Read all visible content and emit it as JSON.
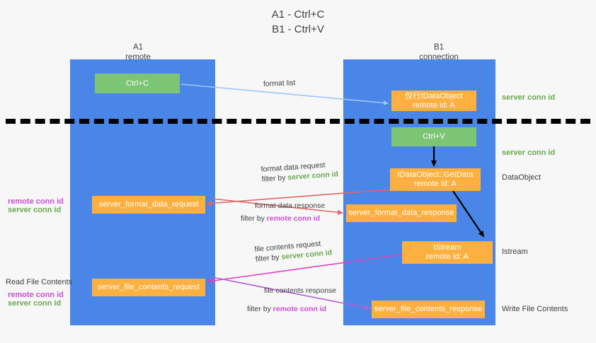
{
  "title": {
    "line1": "A1 - Ctrl+C",
    "line2": "B1 - Ctrl+V"
  },
  "lanes": [
    {
      "id": "a1",
      "name": "A1",
      "sub": "remote"
    },
    {
      "id": "b1",
      "name": "B1",
      "sub": "connection"
    }
  ],
  "nodes": {
    "ctrl_c": {
      "line1": "Ctrl+C",
      "line2": ""
    },
    "idataobject_top": {
      "line1": "仅行IDataObject",
      "line2": "remote id: A"
    },
    "ctrl_v": {
      "line1": "Ctrl+V",
      "line2": ""
    },
    "idataobject_getdata": {
      "line1": "IDataObject::GetData",
      "line2": "remote id: A"
    },
    "server_format_data_request": {
      "line1": "server_format_data_request",
      "line2": ""
    },
    "server_format_data_response": {
      "line1": "server_format_data_response",
      "line2": ""
    },
    "istream": {
      "line1": "IStream",
      "line2": "remote id: A"
    },
    "server_file_contents_request": {
      "line1": "server_file_contents_request",
      "line2": ""
    },
    "server_file_contents_response": {
      "line1": "server_file_contents_response",
      "line2": ""
    }
  },
  "side_labels": {
    "server_conn_id_top": "server conn id",
    "server_conn_id_mid": "server conn id",
    "data_object": "DataObject",
    "istream": "Istream",
    "write_file_contents": "Write File Contents",
    "read_file_contents": "Read File Contents"
  },
  "left_filters": {
    "format_remote": "remote conn id",
    "format_server": "server conn id",
    "file_remote": "remote conn id",
    "file_server": "server conn id"
  },
  "edges": [
    {
      "id": "format-list",
      "label_line1": "format list",
      "label_line2_prefix": "",
      "label_line2_value": "",
      "color": "#9fc5f8"
    },
    {
      "id": "format-data-request",
      "label_line1": "format data request",
      "label_line2_prefix": "filter by ",
      "label_line2_value": "server conn id",
      "color": "#e06666"
    },
    {
      "id": "format-data-response",
      "label_line1": "format data response",
      "label_line2_prefix": "filter by ",
      "label_line2_value": "remote conn id",
      "color": "#e06666"
    },
    {
      "id": "file-contents-request",
      "label_line1": "file contents request",
      "label_line2_prefix": "filter by ",
      "label_line2_value": "server conn id",
      "color": "#e040c0"
    },
    {
      "id": "file-contents-response",
      "label_line1": "file contents response",
      "label_line2_prefix": "filter by ",
      "label_line2_value": "remote conn id",
      "color": "#b45fd4"
    }
  ],
  "colors": {
    "lane": "#4a86e8",
    "green_node": "#7cc576",
    "orange_node": "#fbb040",
    "green_text": "#6aa84f",
    "magenta_text": "#c94fd4",
    "background": "#f7f7f7"
  }
}
